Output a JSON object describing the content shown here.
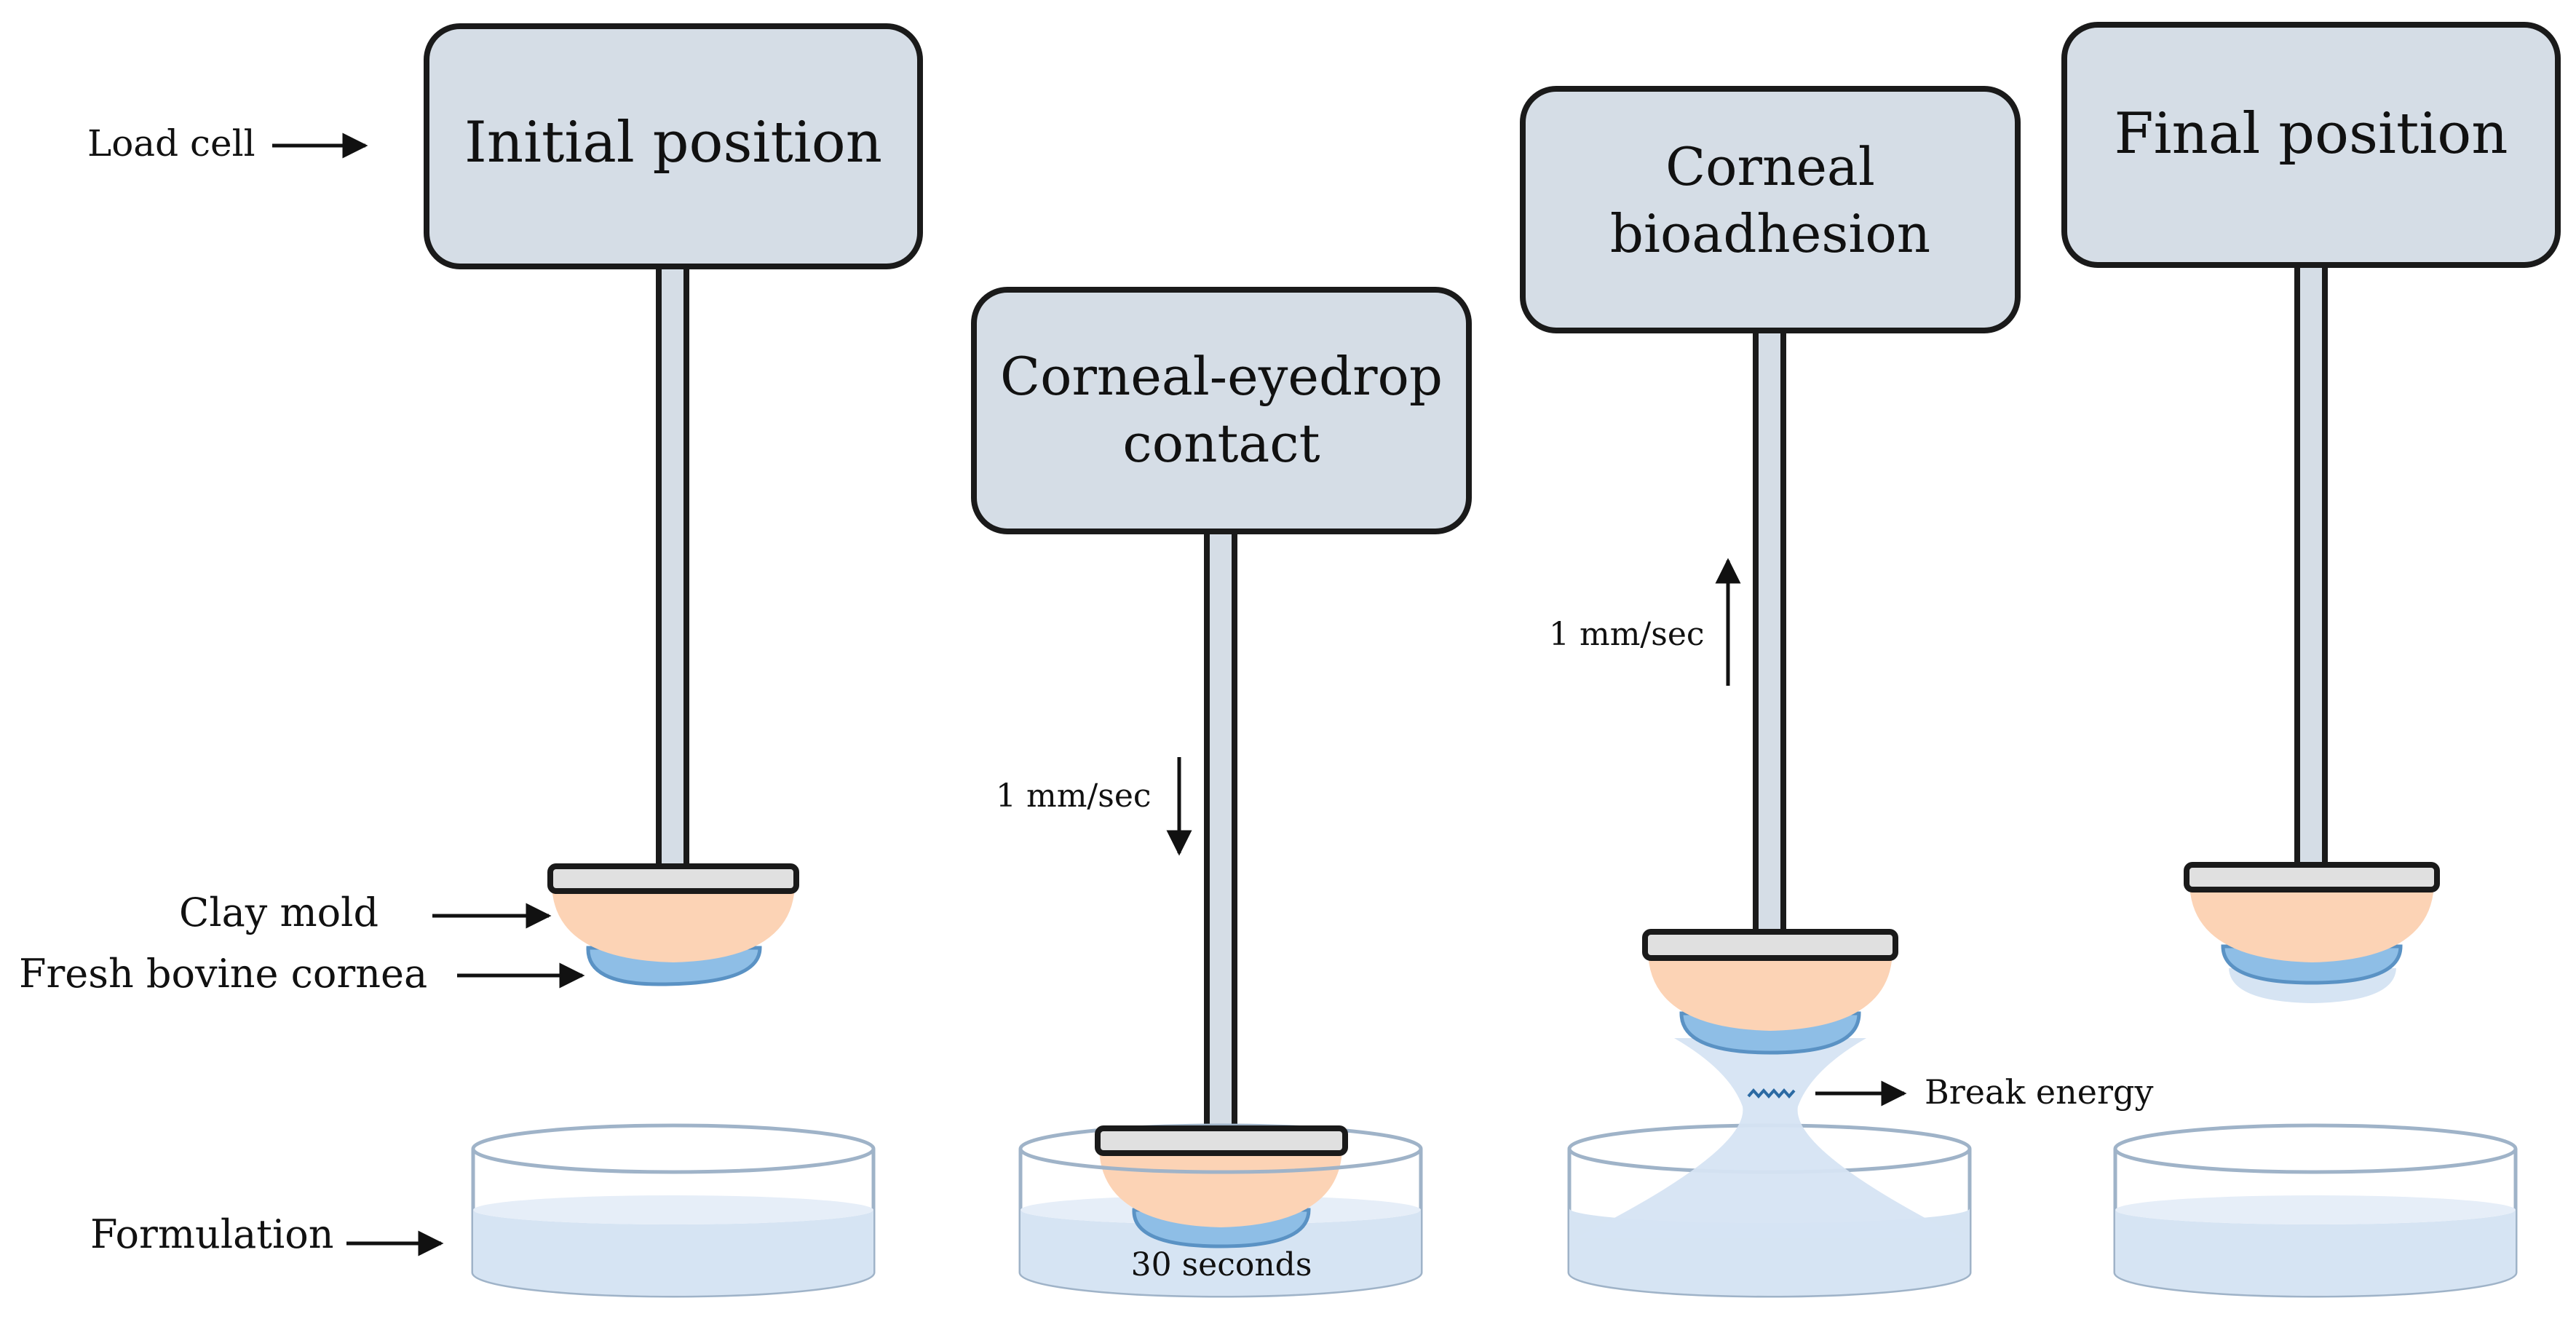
{
  "stages": [
    {
      "title_lines": [
        "Initial position"
      ]
    },
    {
      "title_lines": [
        "Corneal-eyedrop",
        "contact"
      ]
    },
    {
      "title_lines": [
        "Corneal",
        "bioadhesion"
      ]
    },
    {
      "title_lines": [
        "Final position"
      ]
    }
  ],
  "labels": {
    "load_cell": "Load cell",
    "clay_mold": "Clay mold",
    "cornea": "Fresh bovine cornea",
    "formulation": "Formulation",
    "speed_down": "1 mm/sec",
    "contact_time": "30 seconds",
    "speed_up": "1 mm/sec",
    "break_energy": "Break energy"
  },
  "colors": {
    "box_fill": "#d5dde6",
    "outline": "#1a1a1a",
    "clay": "#fcd3b5",
    "cornea": "#8ebee6",
    "dish_edge": "#9fb3c8",
    "liquid": "#d6e4f3"
  }
}
